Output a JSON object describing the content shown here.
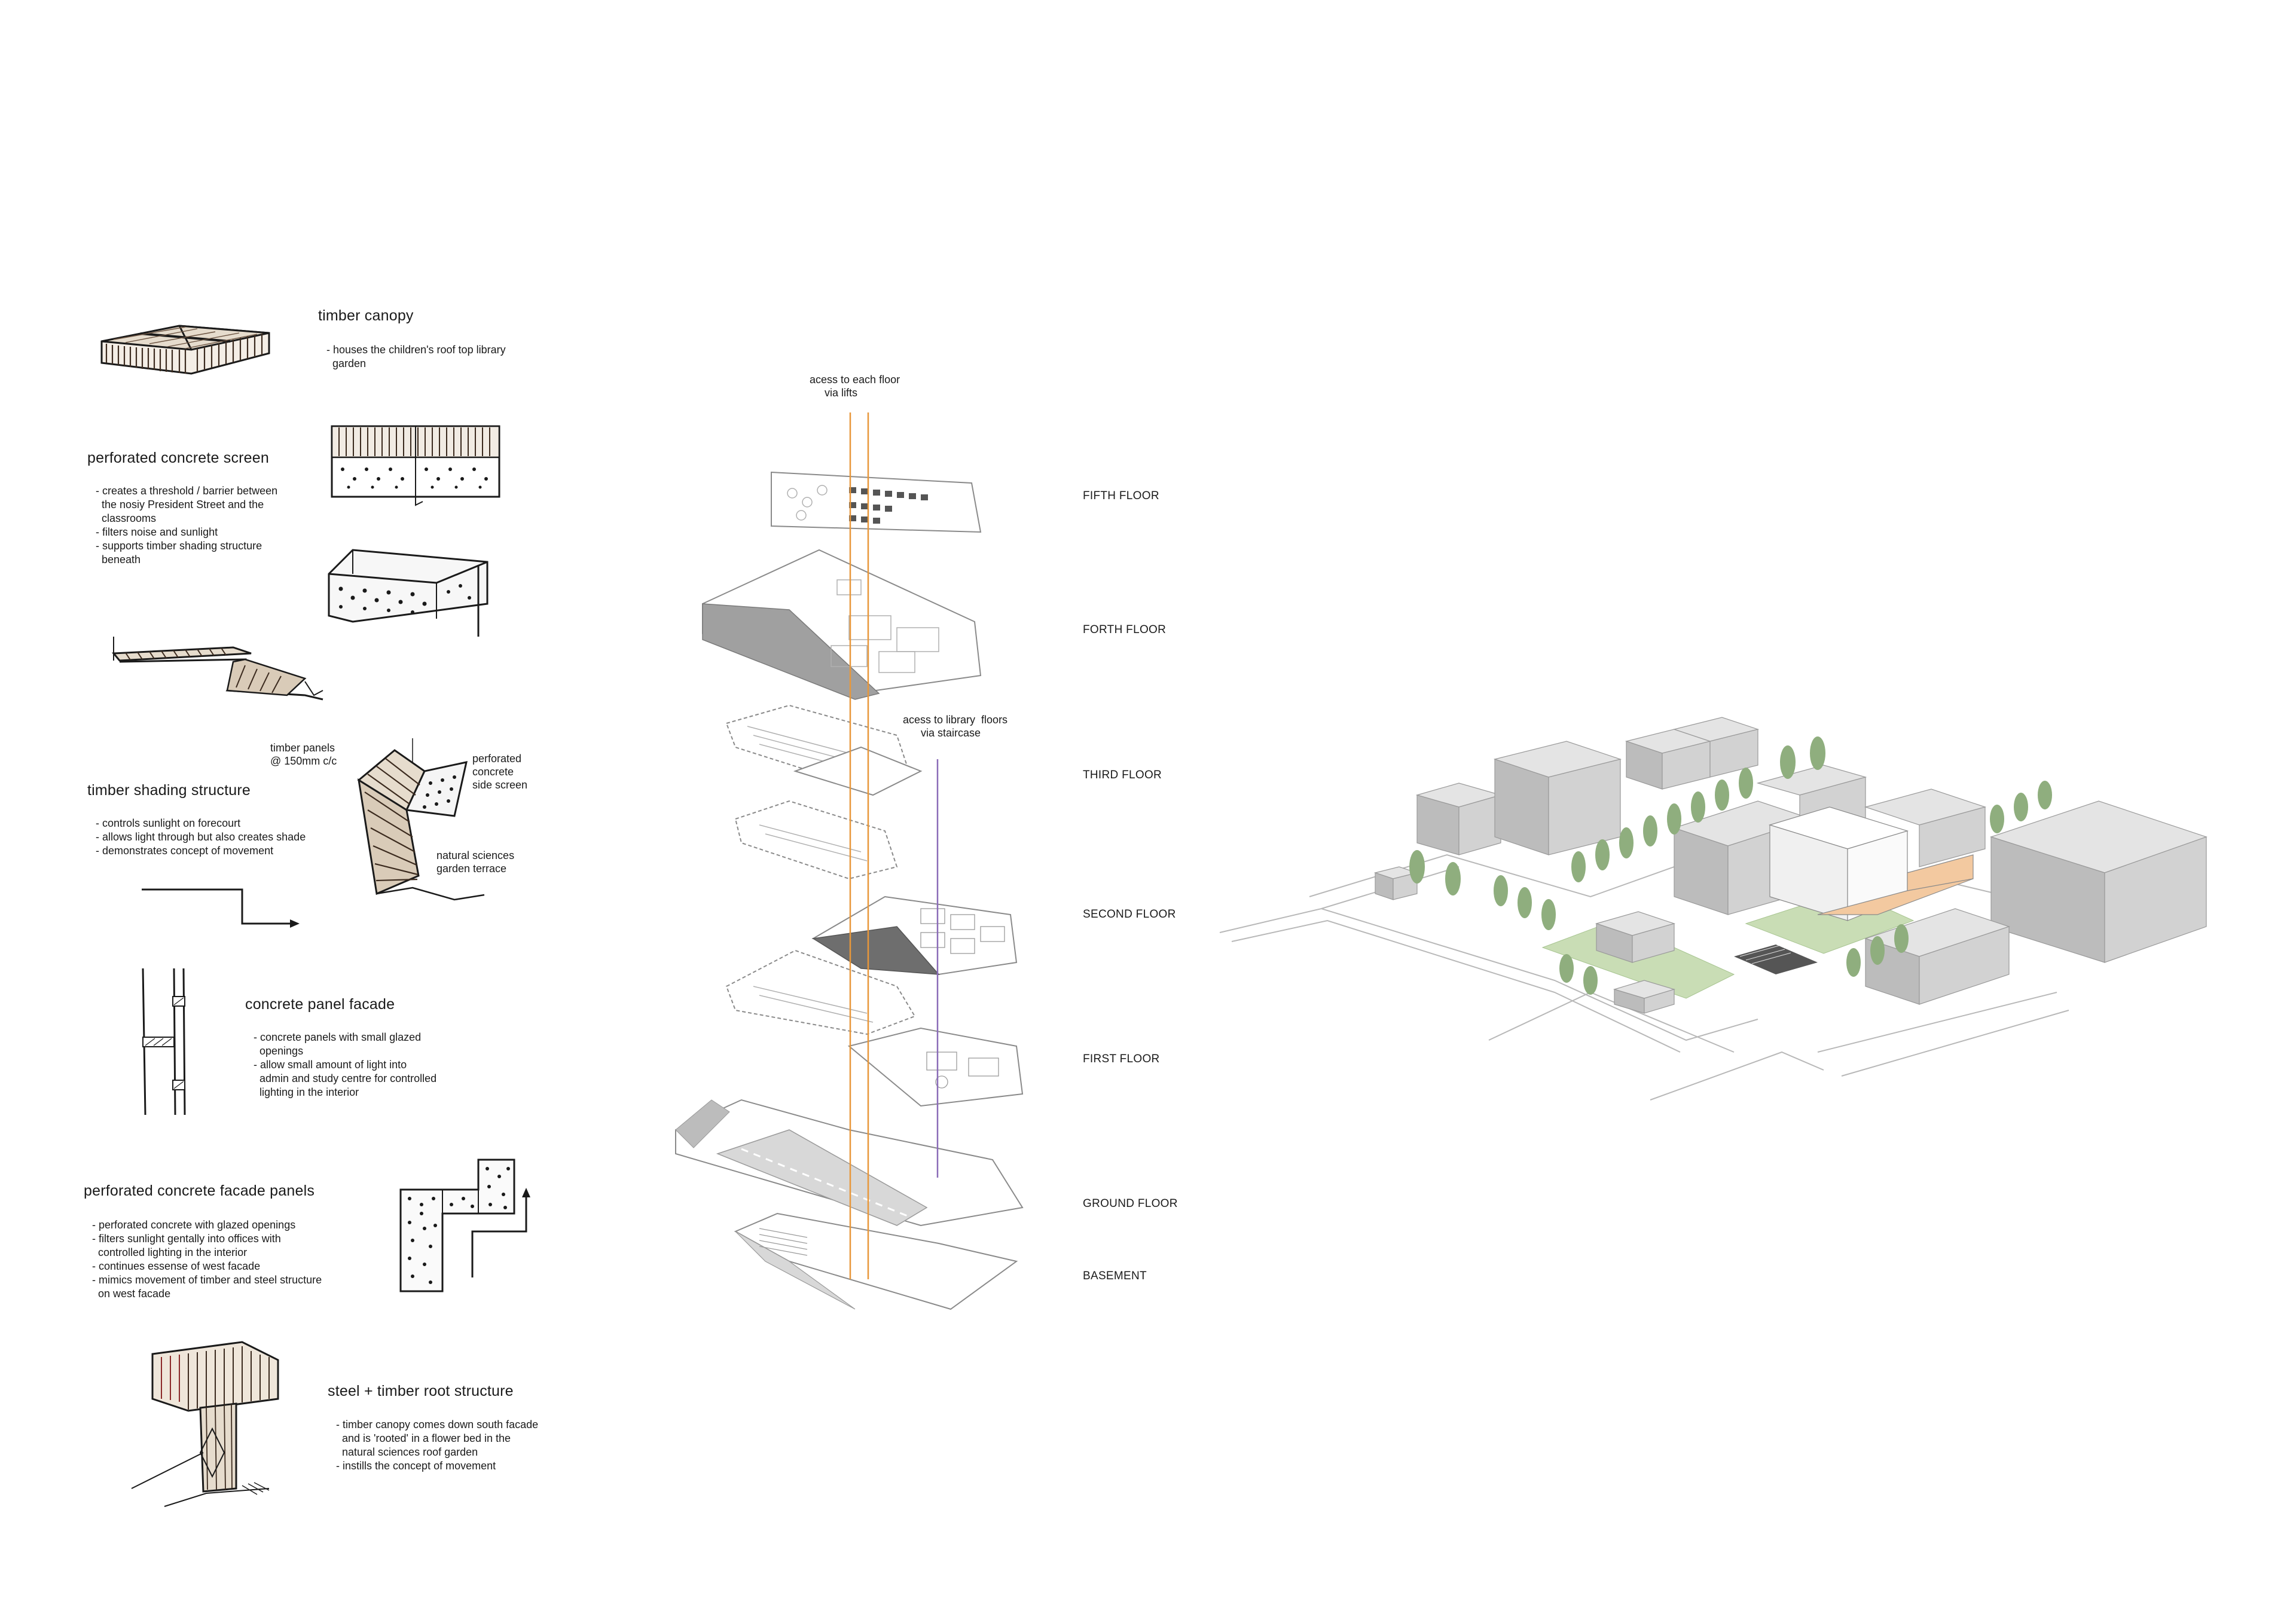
{
  "palette": {
    "ink": "#1a1a1a",
    "lift_orange": "#e8973a",
    "stair_purple": "#8a6bb8",
    "building_grey": "#c8c8c8",
    "grass_green": "#c9ddb5",
    "tree_green": "#8fae7e",
    "accent_peach": "#f3c9a0"
  },
  "concepts": [
    {
      "title": "timber canopy",
      "notes": "- houses the children's roof top library\n  garden",
      "icon": "timber-canopy-sketch-icon"
    },
    {
      "title": "perforated concrete screen",
      "notes": "- creates a threshold / barrier between\n  the nosiy President Street and the\n  classrooms\n- filters noise and sunlight\n- supports timber shading structure\n  beneath",
      "icon": "perforated-screen-sketch-icon"
    },
    {
      "title": "timber shading structure",
      "notes": "- controls sunlight on forecourt\n- allows light through but also creates shade\n- demonstrates concept of movement",
      "icon": "timber-shading-sketch-icon",
      "labels": {
        "panels": "timber panels\n@ 150mm c/c",
        "side_screen": "perforated\nconcrete\nside screen",
        "garden": "natural sciences\ngarden terrace"
      }
    },
    {
      "title": "concrete panel facade",
      "notes": "- concrete panels with small glazed\n  openings\n- allow small amount of light into\n  admin and study centre for controlled\n  lighting in the interior",
      "icon": "concrete-panel-sketch-icon"
    },
    {
      "title": "perforated concrete facade panels",
      "notes": "- perforated concrete with glazed openings\n- filters sunlight gentally into offices with\n  controlled lighting in the interior\n- continues essense of west facade\n- mimics movement of timber and steel structure\n  on west facade",
      "icon": "perforated-facade-sketch-icon"
    },
    {
      "title": "steel + timber root structure",
      "notes": "- timber canopy comes down south facade\n  and is 'rooted' in a flower bed in the\n  natural sciences roof garden\n- instills the concept of movement",
      "icon": "root-structure-sketch-icon"
    }
  ],
  "exploded_axo": {
    "lift_annotation": "acess to each floor\n     via lifts",
    "stair_annotation": "acess to library  floors\n      via staircase",
    "floors": [
      "FIFTH FLOOR",
      "FORTH FLOOR",
      "THIRD FLOOR",
      "SECOND FLOOR",
      "FIRST FLOOR",
      "GROUND FLOOR",
      "BASEMENT"
    ]
  },
  "site_axo": {
    "icon": "site-axonometric-icon"
  }
}
